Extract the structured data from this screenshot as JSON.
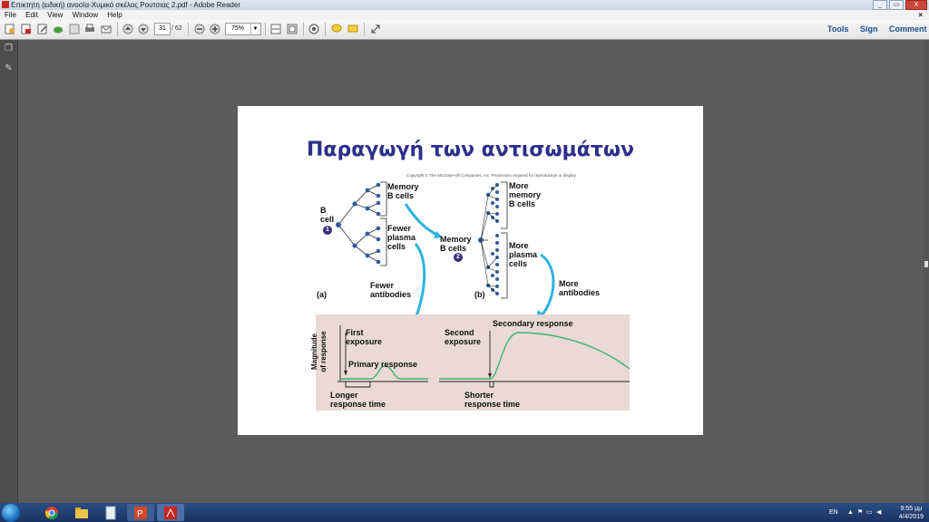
{
  "window": {
    "title": "Επικτητη (ειδική) ανοσία-Χυμικό σκέλος Ρουτσιας 2.pdf - Adobe Reader",
    "controls": [
      "_",
      "▭",
      "X"
    ]
  },
  "menubar": [
    "File",
    "Edit",
    "View",
    "Window",
    "Help"
  ],
  "toolbar": {
    "current_page": "31",
    "total_pages": "/ 62",
    "zoom": "75%",
    "links": [
      "Tools",
      "Sign",
      "Comment"
    ]
  },
  "slide": {
    "title": "Παραγωγή των αντισωμάτων",
    "copyright": "Copyright © The McGraw-Hill Companies, Inc. Permission required for reproduction or display.",
    "labels": {
      "b_cell": "B\ncell",
      "one": "1",
      "memory_b_cells_a": "Memory\nB cells",
      "fewer_plasma": "Fewer\nplasma\ncells",
      "memory_b_cells_mid": "Memory\nB cells",
      "two": "2",
      "more_memory": "More\nmemory\nB cells",
      "more_plasma": "More\nplasma\ncells",
      "a": "(a)",
      "b": "(b)",
      "fewer_antibodies": "Fewer\nantibodies",
      "more_antibodies": "More\nantibodies"
    },
    "graph": {
      "ylabel": "Magnitude\nof response",
      "first_exposure": "First\nexposure",
      "primary_response": "Primary response",
      "second_exposure": "Second\nexposure",
      "secondary_response": "Secondary response",
      "longer_time": "Longer\nresponse time",
      "shorter_time": "Shorter\nresponse time"
    }
  },
  "taskbar": {
    "language": "EN",
    "time": "9:55 μμ",
    "date": "4/4/2019"
  }
}
